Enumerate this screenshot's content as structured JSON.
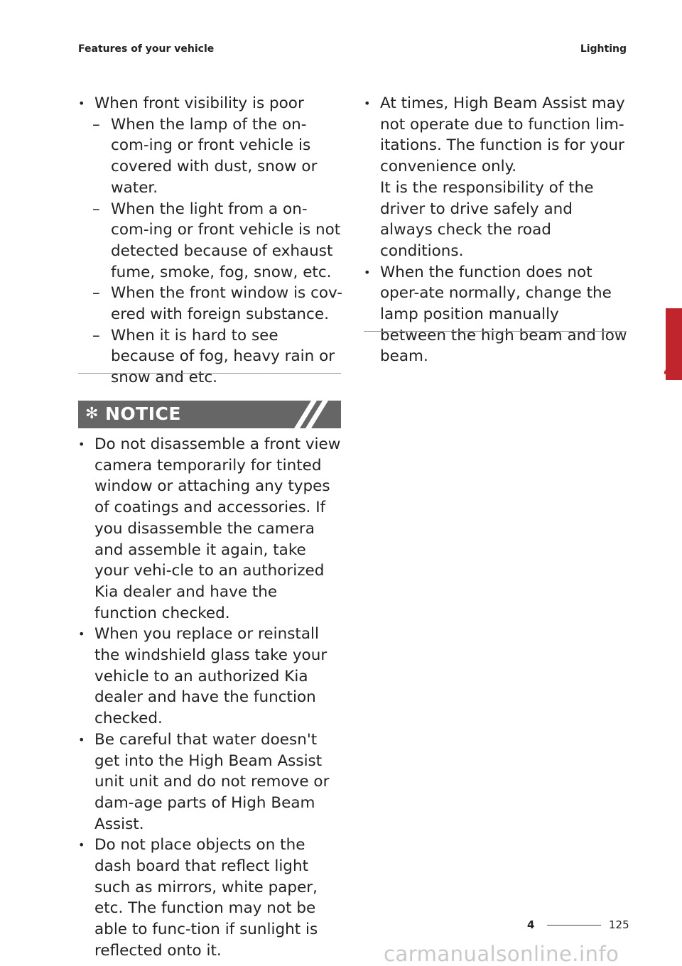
{
  "header": {
    "left": "Features of your vehicle",
    "right": "Lighting"
  },
  "left_column": {
    "bullet1": "When front visibility is poor",
    "dashes": [
      "When the lamp of the on-com-ing or front vehicle is covered with dust, snow or water.",
      "When the light from a on-com-ing or front vehicle is not detected because of exhaust fume, smoke, fog, snow, etc.",
      "When the front window is cov-ered with foreign substance.",
      "When it is hard to see because of fog, heavy rain or snow and etc."
    ]
  },
  "notice": {
    "icon": "asterisk-icon",
    "title": "NOTICE",
    "items": [
      "Do not disassemble a front view camera temporarily for tinted window or attaching any types of coatings and accessories. If you disassemble the camera and assemble it again, take your vehi-cle to an authorized Kia dealer and have the function checked.",
      "When you replace or reinstall the windshield glass take your vehicle to an authorized Kia dealer and have the function checked.",
      "Be careful that water doesn't get into the High Beam Assist unit unit and do not remove or dam-age parts of High Beam Assist.",
      "Do not place objects on the dash board that reflect light such as mirrors, white paper, etc. The function may not be able to func-tion if sunlight is reflected onto it."
    ]
  },
  "right_column": {
    "items": [
      {
        "text": "At times, High Beam Assist may not operate due to function lim-itations. The function is for your convenience only.",
        "extra": "It is the responsibility of the driver to drive safely and always check the road conditions."
      },
      {
        "text": "When the function does not oper-ate normally, change the lamp position manually between the high beam and low beam.",
        "extra": ""
      }
    ]
  },
  "side_tab": {
    "chapter": "4",
    "color": "#c0252e"
  },
  "footer": {
    "chapter": "4",
    "page": "125"
  },
  "watermark": "carmanualsonline.info"
}
